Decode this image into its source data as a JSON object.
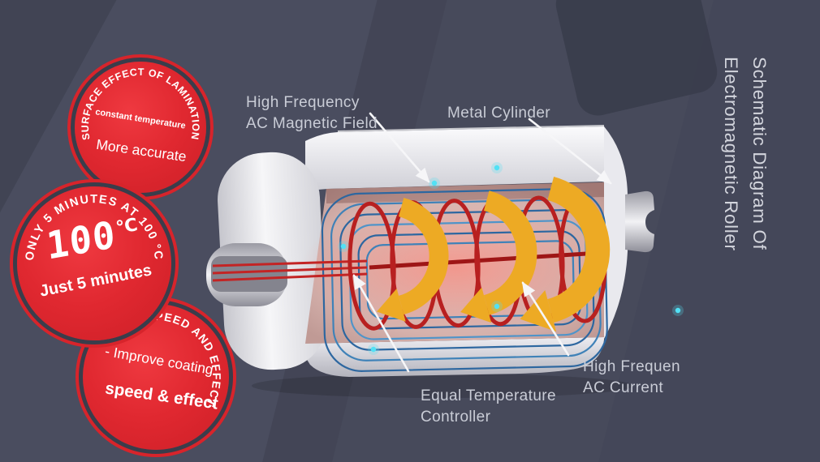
{
  "side_title": {
    "line1": "Schematic Diagram Of",
    "line2": "Electromagnetic Roller"
  },
  "badges": [
    {
      "arc_text": "SURFACE EFFECT OF LAMINATION",
      "line1": "constant temperature",
      "line2": "More accurate"
    },
    {
      "arc_text": "ONLY 5 MINUTES AT 100 °C",
      "big_value": "100",
      "big_unit": "℃",
      "caption": "Just 5 minutes"
    },
    {
      "arc_text": "SPEED AND EFFECT",
      "line1": "- Improve coating",
      "line2": "speed & effect"
    }
  ],
  "labels": {
    "magnetic_field": {
      "line1": "High Frequency",
      "line2": "AC Magnetic Field"
    },
    "metal_cylinder": {
      "line1": "Metal Cylinder"
    },
    "temperature_controller": {
      "line1": "Equal Temperature",
      "line2": "Controller"
    },
    "ac_current": {
      "line1": "High Frequen",
      "line2": "AC Current"
    }
  },
  "colors": {
    "background": "#474a5b",
    "badge_red": "#e02830",
    "badge_ring_red": "#d7242b",
    "field_line_blue": "#2d67a0",
    "coil_red": "#b82020",
    "current_arrow_yellow": "#edaa24",
    "label_gray": "#c9ccd6",
    "glow_dot_cyan": "#52e1f5"
  }
}
